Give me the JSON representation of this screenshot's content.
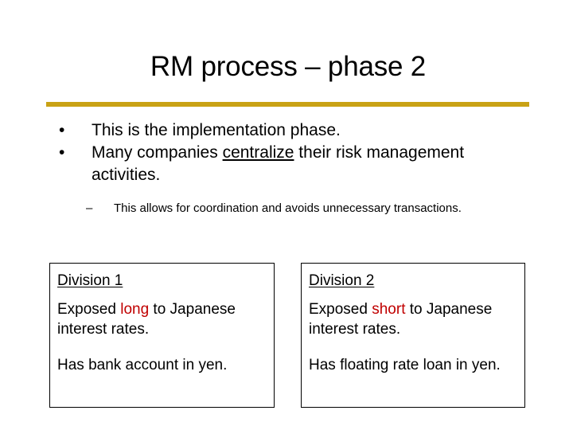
{
  "slide": {
    "title": "RM process – phase 2",
    "accent_color": "#C9A215",
    "emphasis_color": "#C00000",
    "text_color": "#000000",
    "background_color": "#FFFFFF"
  },
  "body": {
    "bullet_marker": "•",
    "sub_bullet_marker": "–",
    "bullets": [
      {
        "marker": "•",
        "text_before": "This is the implementation phase.",
        "underlined": "",
        "text_after": ""
      },
      {
        "marker": "•",
        "text_before": "Many companies ",
        "underlined": "centralize",
        "text_after": " their risk management activities."
      }
    ],
    "sub_bullets": [
      {
        "marker": "–",
        "text": "This allows for coordination and avoids unnecessary transactions."
      }
    ]
  },
  "table": {
    "columns": [
      {
        "header": "Division 1",
        "rows": [
          {
            "text_before": "Exposed ",
            "emphasis": "long",
            "text_after": " to Japanese interest rates."
          },
          {
            "text_before": "Has bank account in yen.",
            "emphasis": "",
            "text_after": ""
          }
        ]
      },
      {
        "header": "Division 2",
        "rows": [
          {
            "text_before": "Exposed ",
            "emphasis": "short",
            "text_after": " to Japanese interest rates."
          },
          {
            "text_before": "Has floating rate loan in yen.",
            "emphasis": "",
            "text_after": ""
          }
        ]
      }
    ]
  }
}
